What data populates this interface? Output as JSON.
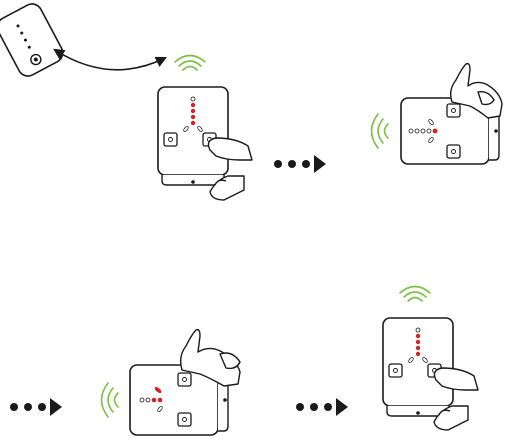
{
  "colors": {
    "ink": "#1a1a1a",
    "led_red": "#d0242b",
    "signal_green": "#7bc043",
    "device_fill": "#ffffff"
  },
  "steps": [
    {
      "id": "pairing",
      "led_pattern": "vertical",
      "signal": "top",
      "hand": "press-right-button"
    },
    {
      "id": "rotate-right",
      "led_pattern": "horizontal",
      "signal": "left",
      "hand": "hold-top-right"
    },
    {
      "id": "rotate-back",
      "led_pattern": "diagonal",
      "signal": "left",
      "hand": "hold-top-right"
    },
    {
      "id": "confirm",
      "led_pattern": "vertical",
      "signal": "top",
      "hand": "press-right-button"
    }
  ],
  "icons": {
    "phone": "phone-icon",
    "link": "double-arrow-icon",
    "next": "next-step-arrow-icon",
    "wifi": "wireless-signal-icon",
    "button": "power-button-icon"
  }
}
